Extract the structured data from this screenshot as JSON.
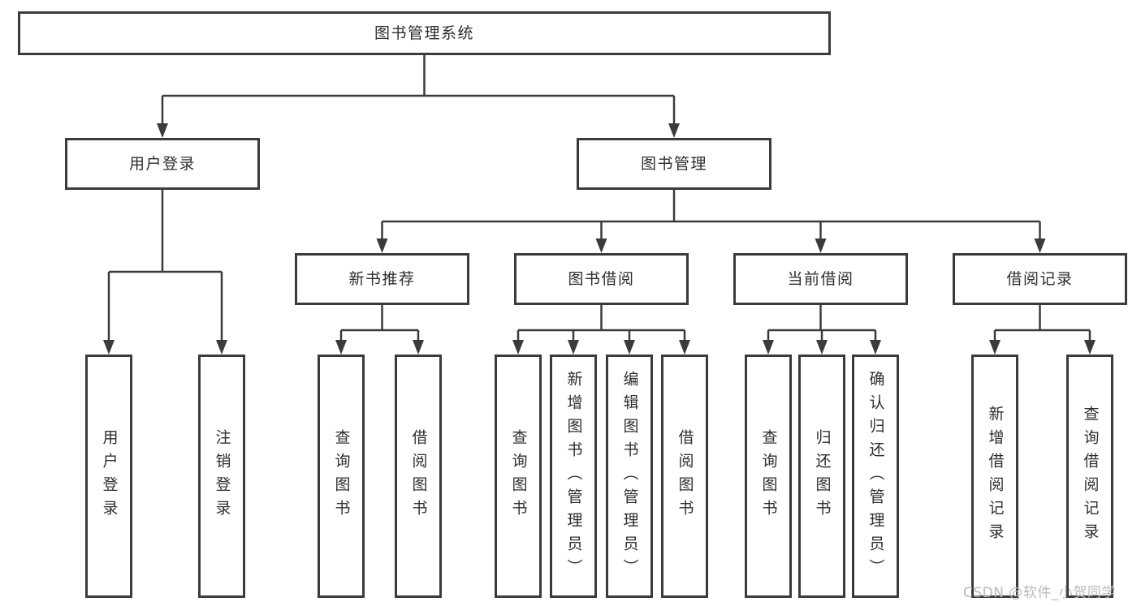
{
  "title": "图书管理系统",
  "level2": {
    "user_login": "用户登录",
    "book_mgmt": "图书管理"
  },
  "level3": {
    "new_book": "新书推荐",
    "book_borrow": "图书借阅",
    "current_borrow": "当前借阅",
    "borrow_record": "借阅记录"
  },
  "leaves": {
    "user_login": [
      "用户登录",
      "注销登录"
    ],
    "new_book": [
      "查询图书",
      "借阅图书"
    ],
    "book_borrow": [
      "查询图书",
      "新增图书（管理员）",
      "编辑图书（管理员）",
      "借阅图书"
    ],
    "current_borrow": [
      "查询图书",
      "归还图书",
      "确认归还（管理员）"
    ],
    "borrow_record": [
      "新增借阅记录",
      "查询借阅记录"
    ]
  },
  "watermark": "CSDN @软件_小贺同学",
  "colors": {
    "line": "#3b3b3b",
    "text": "#2e2e2e",
    "watermark": "#b9b9b9",
    "background": "#ffffff"
  }
}
